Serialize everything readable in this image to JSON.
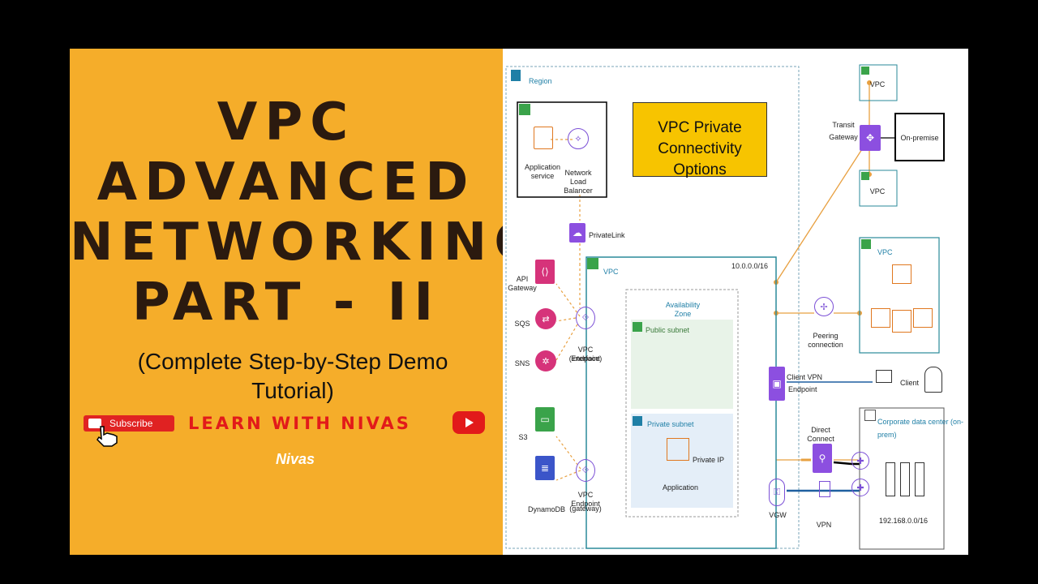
{
  "thumbnail": {
    "title_lines": [
      "VPC",
      "ADVANCED",
      "NETWORKING",
      "PART - II"
    ],
    "subtitle_lines": [
      "(Complete Step-by-Step Demo",
      "Tutorial)"
    ],
    "subscribe_label": "Subscribe",
    "brand": "LEARN WITH NIVAS",
    "author": "Nivas",
    "colors": {
      "panel_bg": "#f5ad2a",
      "title": "#2b1a0f",
      "brand": "#e21a1a"
    }
  },
  "diagram": {
    "region_label": "Region",
    "callout_lines": [
      "VPC Private",
      "Connectivity Options"
    ],
    "app_service_lines": [
      "Application",
      "service"
    ],
    "nlb_lines": [
      "Network",
      "Load Balancer"
    ],
    "privatelink": "PrivateLink",
    "vpc_label": "VPC",
    "vpc_cidr": "10.0.0.0/16",
    "az_label": "Availability Zone",
    "public_subnet": "Public subnet",
    "private_subnet": "Private subnet",
    "private_ip": "Private IP",
    "application": "Application",
    "api_gateway_lines": [
      "API",
      "Gateway"
    ],
    "sqs": "SQS",
    "sns": "SNS",
    "s3": "S3",
    "dynamodb": "DynamoDB",
    "endpoint_interface_lines": [
      "VPC Endpoint",
      "(interface)"
    ],
    "endpoint_gateway_lines": [
      "VPC Endpoint",
      "(gateway)"
    ],
    "vpc_top": "VPC",
    "vpc_bottom": "VPC",
    "transit_gateway_lines": [
      "Transit",
      "Gateway"
    ],
    "on_premise": "On-premise",
    "peer_vpc": "VPC",
    "peering": "Peering connection",
    "client_vpn_lines": [
      "Client VPN",
      "Endpoint"
    ],
    "client": "Client",
    "direct_connect": "Direct Connect",
    "corp_dc_lines": [
      "Corporate data center (on-",
      "prem)"
    ],
    "corp_cidr": "192.168.0.0/16",
    "vgw": "VGW",
    "vpn": "VPN"
  }
}
